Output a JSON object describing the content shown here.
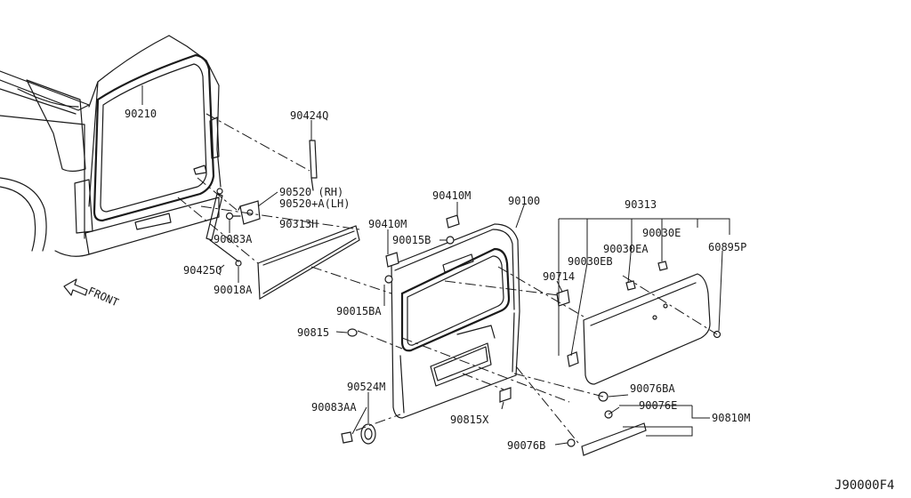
{
  "diagram_code": "J90000F4",
  "front_label": "FRONT",
  "parts": {
    "p90210": "90210",
    "p90424Q": "90424Q",
    "p90520_rh": "90520  (RH)",
    "p90520_lh": "90520+A(LH)",
    "p90313H": "90313H",
    "p90083A": "90083A",
    "p90425Q": "90425Q",
    "p90018A": "90018A",
    "p90410M_a": "90410M",
    "p90410M_b": "90410M",
    "p90100": "90100",
    "p90015B": "90015B",
    "p90015BA": "90015BA",
    "p90714": "90714",
    "p90815": "90815",
    "p90524M": "90524M",
    "p90083AA": "90083AA",
    "p90815X": "90815X",
    "p90313": "90313",
    "p90030E": "90030E",
    "p90030EA": "90030EA",
    "p90030EB": "90030EB",
    "p60895P": "60895P",
    "p90076BA": "90076BA",
    "p90076E": "90076E",
    "p90810M": "90810M",
    "p90076B": "90076B"
  }
}
